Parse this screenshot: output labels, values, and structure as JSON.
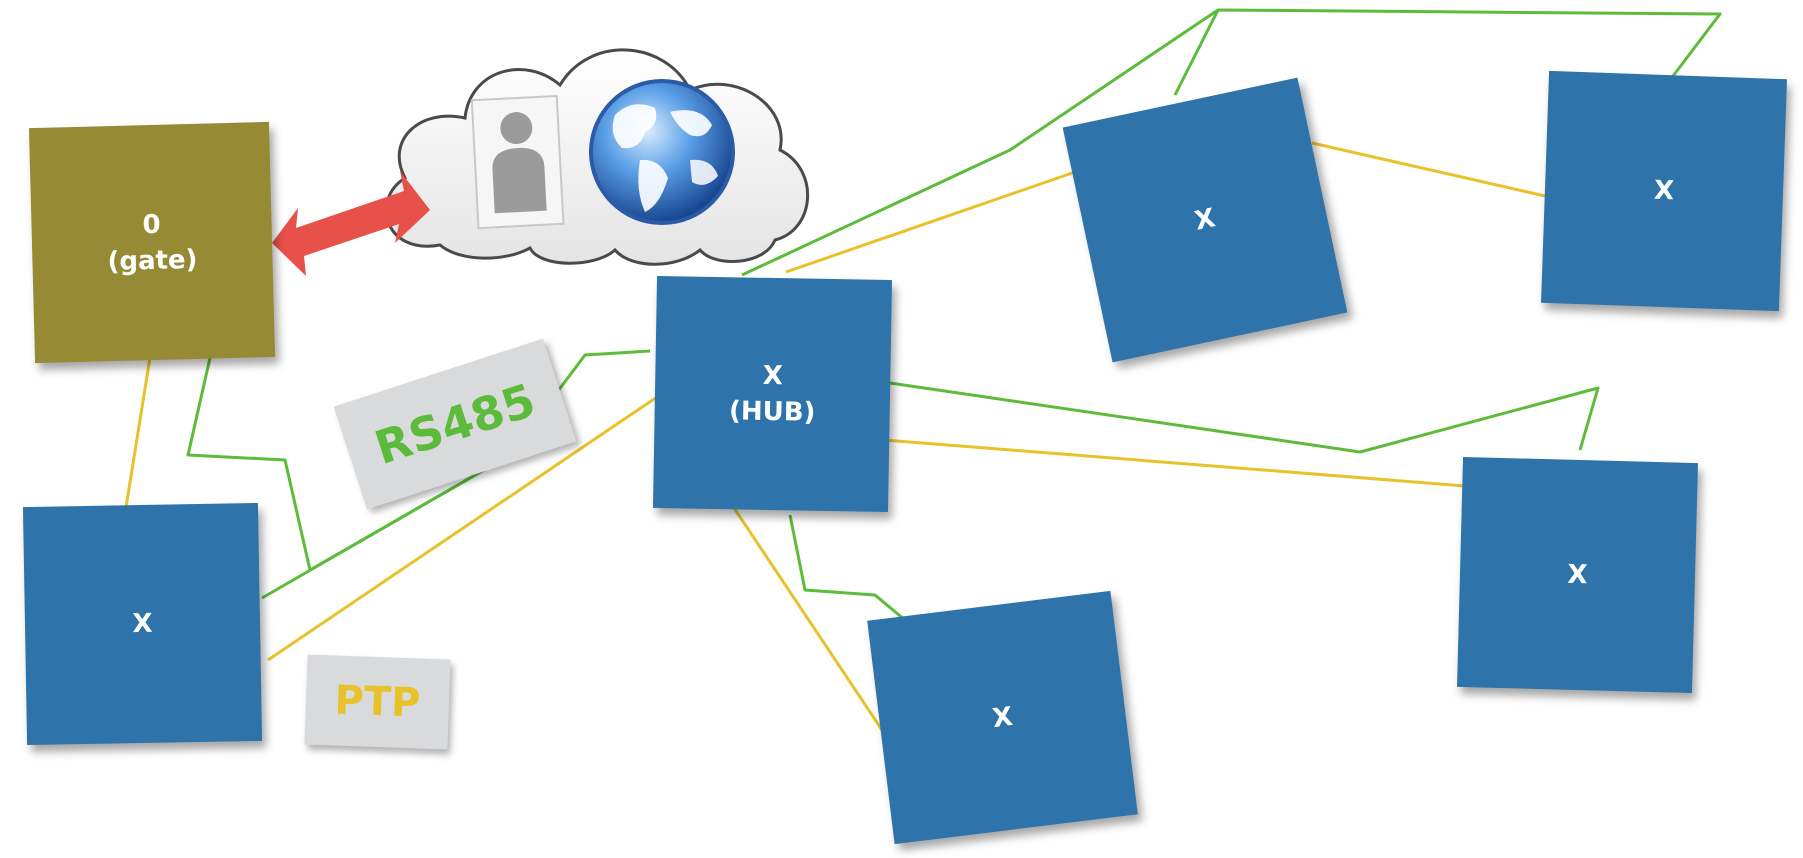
{
  "gate": {
    "line1": "0",
    "line2": "(gate)"
  },
  "hub": {
    "line1": "X",
    "line2": "(HUB)"
  },
  "nodes": {
    "left": "X",
    "top_center": "X",
    "top_right": "X",
    "right": "X",
    "bottom": "X"
  },
  "legend": {
    "bus": "RS485",
    "ptp": "PTP"
  },
  "colors": {
    "node": "#2e73a9",
    "gate": "#968a34",
    "bus_line": "#5dbb3c",
    "ptp_line": "#e8c22a",
    "arrow": "#e8504a",
    "label_bg": "#d9dadc"
  },
  "icons": [
    "cloud-icon",
    "user-icon",
    "globe-icon",
    "double-arrow-icon"
  ]
}
